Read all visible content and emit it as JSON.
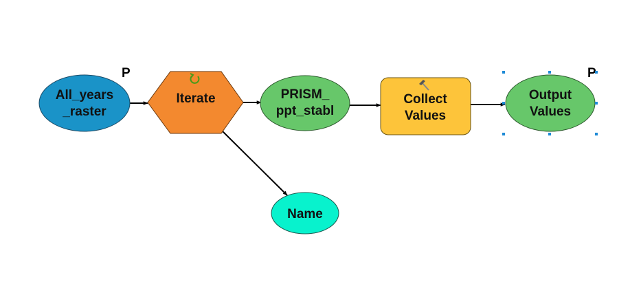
{
  "diagram": {
    "type": "model-builder",
    "colors": {
      "input_variable": "#1a93c8",
      "iterator": "#f3892f",
      "derived_data": "#67c76a",
      "tool": "#fdc43a",
      "output_variable": "#67c76a",
      "iterator_value": "#08f2cd",
      "selection_handle": "#1e8ad6",
      "connector": "#000000"
    },
    "nodes": [
      {
        "id": "all_years_raster",
        "kind": "input-variable",
        "lines": [
          "All_years",
          "_raster"
        ],
        "parameter_flag": "P"
      },
      {
        "id": "iterate",
        "kind": "iterator",
        "lines": [
          "Iterate"
        ],
        "icon": "loop-arrow-icon"
      },
      {
        "id": "prism_ppt_stabl",
        "kind": "derived-data",
        "lines": [
          "PRISM_",
          "ppt_stabl"
        ]
      },
      {
        "id": "collect_values",
        "kind": "tool",
        "lines": [
          "Collect",
          "Values"
        ],
        "icon": "hammer-icon"
      },
      {
        "id": "output_values",
        "kind": "output-variable",
        "lines": [
          "Output",
          "Values"
        ],
        "parameter_flag": "P",
        "selected": true
      },
      {
        "id": "name",
        "kind": "iterator-value",
        "lines": [
          "Name"
        ]
      }
    ],
    "edges": [
      {
        "from": "all_years_raster",
        "to": "iterate"
      },
      {
        "from": "iterate",
        "to": "prism_ppt_stabl"
      },
      {
        "from": "prism_ppt_stabl",
        "to": "collect_values"
      },
      {
        "from": "collect_values",
        "to": "output_values"
      },
      {
        "from": "iterate",
        "to": "name"
      }
    ]
  }
}
